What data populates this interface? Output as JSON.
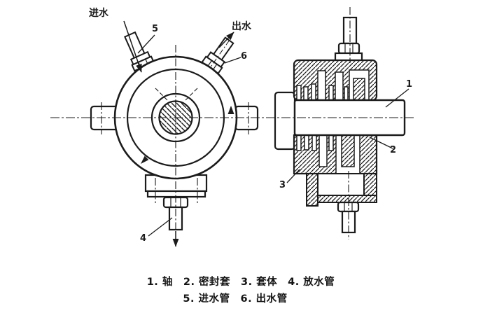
{
  "colors": {
    "ink": "#1b1b1b",
    "paper": "#ffffff"
  },
  "front_view": {
    "inlet_label": "进水",
    "outlet_label": "出水",
    "callout_5": "5",
    "callout_6": "6",
    "callout_4": "4"
  },
  "section_view": {
    "callout_1": "1",
    "callout_2": "2",
    "callout_3": "3"
  },
  "caption": {
    "line1": "1. 轴　2. 密封套　3. 套体　4. 放水管",
    "line2": "5. 进水管　6. 出水管"
  },
  "legend": [
    {
      "num": "1",
      "name": "轴"
    },
    {
      "num": "2",
      "name": "密封套"
    },
    {
      "num": "3",
      "name": "套体"
    },
    {
      "num": "4",
      "name": "放水管"
    },
    {
      "num": "5",
      "name": "进水管"
    },
    {
      "num": "6",
      "name": "出水管"
    }
  ]
}
